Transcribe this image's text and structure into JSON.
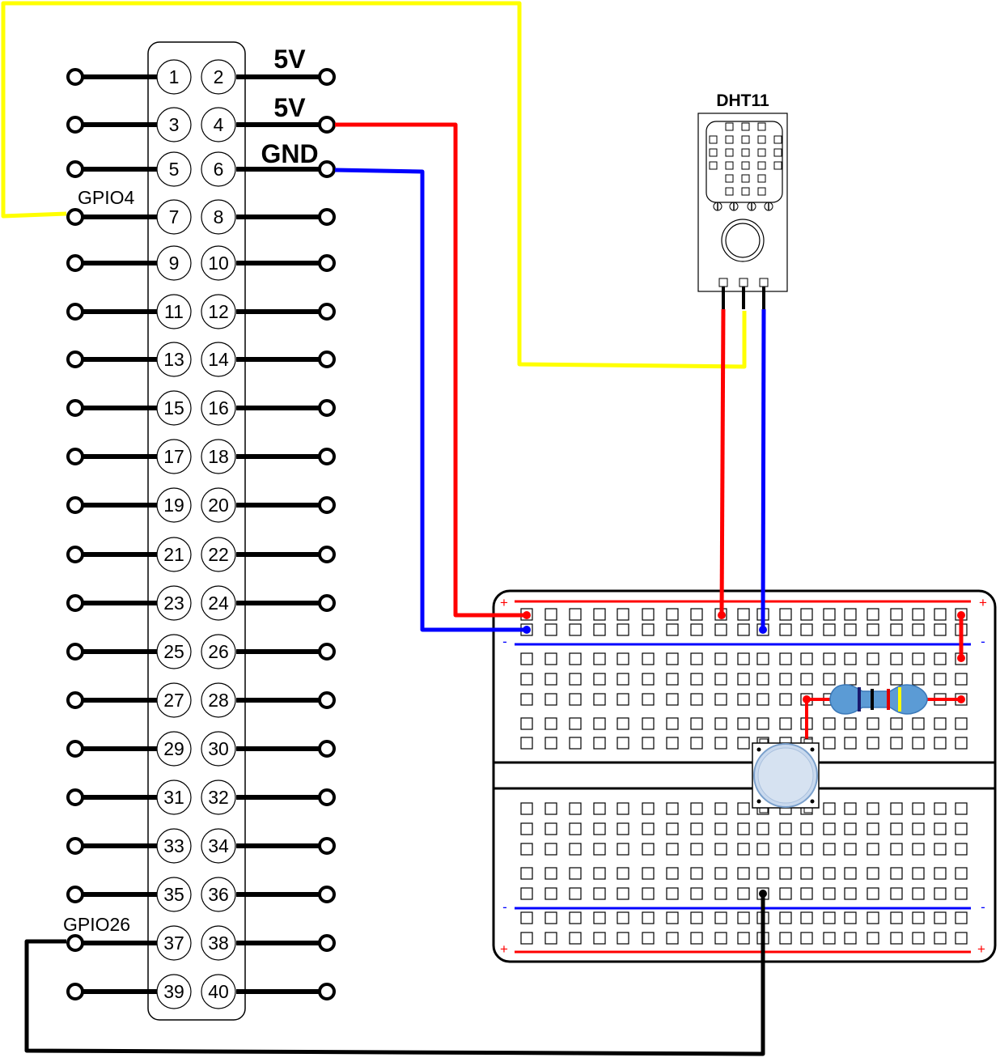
{
  "header": {
    "pins": [
      "1",
      "2",
      "3",
      "4",
      "5",
      "6",
      "7",
      "8",
      "9",
      "10",
      "11",
      "12",
      "13",
      "14",
      "15",
      "16",
      "17",
      "18",
      "19",
      "20",
      "21",
      "22",
      "23",
      "24",
      "25",
      "26",
      "27",
      "28",
      "29",
      "30",
      "31",
      "32",
      "33",
      "34",
      "35",
      "36",
      "37",
      "38",
      "39",
      "40"
    ]
  },
  "labels": {
    "pin2": "5V",
    "pin4": "5V",
    "pin6": "GND",
    "gpio4": "GPIO4",
    "gpio26": "GPIO26"
  },
  "sensor": {
    "name": "DHT11"
  },
  "breadboard": {
    "plus": "+",
    "minus": "-"
  },
  "colors": {
    "power": "#ff0000",
    "ground": "#0000ff",
    "data": "#ffff00",
    "button_wire": "#000000",
    "resistor_body": "#5b9bd5",
    "button_cap": "#c9d9ee"
  }
}
